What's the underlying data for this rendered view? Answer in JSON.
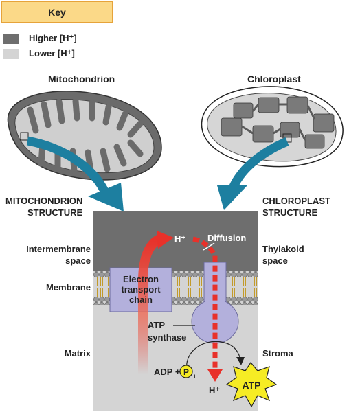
{
  "key": {
    "title": "Key",
    "higher": {
      "label": "Higher [H⁺]",
      "color": "#6e6e6e"
    },
    "lower": {
      "label": "Lower [H⁺]",
      "color": "#d4d4d4"
    }
  },
  "mitochondrion": {
    "title": "Mitochondrion",
    "structure_line1": "MITOCHONDRION",
    "structure_line2": "STRUCTURE",
    "intermembrane_line1": "Intermembrane",
    "intermembrane_line2": "space",
    "membrane": "Membrane",
    "matrix": "Matrix"
  },
  "chloroplast": {
    "title": "Chloroplast",
    "structure_line1": "CHLOROPLAST",
    "structure_line2": "STRUCTURE",
    "thylakoid_line1": "Thylakoid",
    "thylakoid_line2": "space",
    "stroma": "Stroma"
  },
  "diagram": {
    "h_top": "H⁺",
    "diffusion": "Diffusion",
    "etc_line1": "Electron",
    "etc_line2": "transport",
    "etc_line3": "chain",
    "atp_synthase_line1": "ATP",
    "atp_synthase_line2": "synthase",
    "adp": "ADP +",
    "p": "P",
    "p_sub": "i",
    "atp": "ATP",
    "h_bottom": "H⁺"
  },
  "colors": {
    "high_h": "#6e6e6e",
    "low_h": "#d4d4d4",
    "protein": "#b3b0dc",
    "arrow_red": "#e8312a",
    "arrow_blue": "#1d7fa0",
    "atp_burst": "#f6ec24",
    "key_fill": "#fbd988"
  }
}
